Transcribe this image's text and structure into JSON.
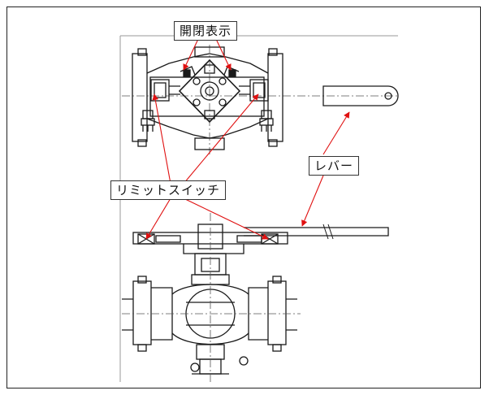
{
  "labels": {
    "open_close_indicator": "開閉表示",
    "limit_switch": "リミットスイッチ",
    "lever": "レバー"
  },
  "colors": {
    "drawing_line": "#1a1a1a",
    "leader_arrow": "#e01010",
    "centerline": "#555555",
    "frame_border": "#222222"
  },
  "icons": [
    "arrow-icon"
  ]
}
